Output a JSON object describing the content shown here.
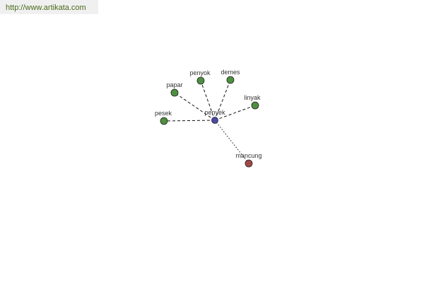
{
  "header": {
    "site_url": "http://www.artikata.com"
  },
  "colors": {
    "center_node": "#4a4aa8",
    "synonym_node": "#4f8f40",
    "antonym_node": "#a04848",
    "node_stroke": "#222222",
    "edge": "#111111",
    "link_text": "#4a6a1a"
  },
  "graph": {
    "center": {
      "id": "penyek",
      "label": "penyek",
      "kind": "center"
    },
    "nodes": [
      {
        "id": "pesek",
        "label": "pesek",
        "kind": "synonym"
      },
      {
        "id": "papar",
        "label": "papar",
        "kind": "synonym"
      },
      {
        "id": "penyok",
        "label": "penyok",
        "kind": "synonym"
      },
      {
        "id": "demes",
        "label": "demes",
        "kind": "synonym"
      },
      {
        "id": "linyak",
        "label": "linyak",
        "kind": "synonym"
      },
      {
        "id": "mancung",
        "label": "mancung",
        "kind": "antonym"
      }
    ],
    "edges": [
      {
        "from": "penyek",
        "to": "pesek",
        "style": "dashed"
      },
      {
        "from": "penyek",
        "to": "papar",
        "style": "dashed"
      },
      {
        "from": "penyek",
        "to": "penyok",
        "style": "dashed"
      },
      {
        "from": "penyek",
        "to": "demes",
        "style": "dashed"
      },
      {
        "from": "penyek",
        "to": "linyak",
        "style": "dashed"
      },
      {
        "from": "penyek",
        "to": "mancung",
        "style": "dotted"
      }
    ]
  }
}
